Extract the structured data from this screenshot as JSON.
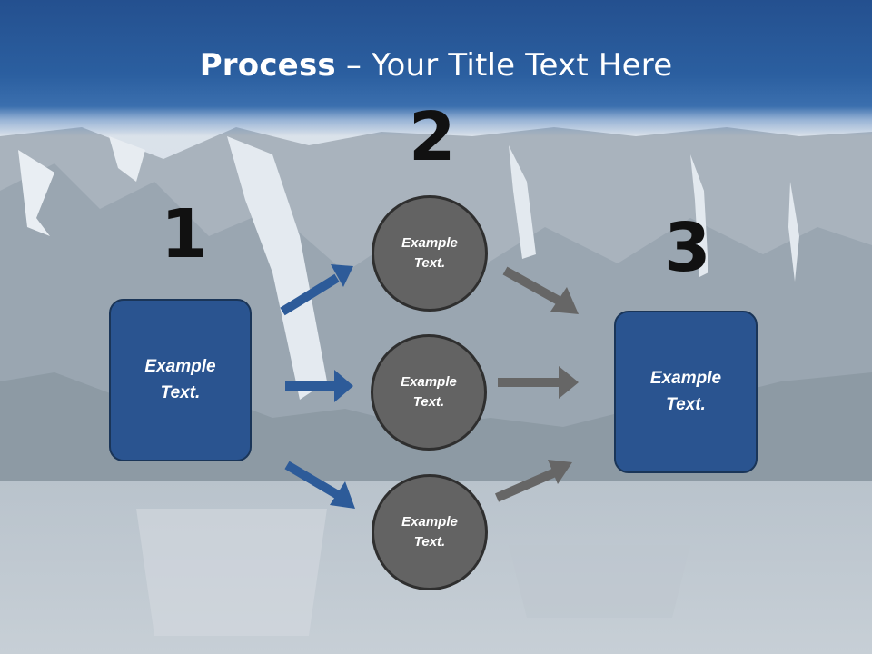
{
  "title": {
    "bold": "Process",
    "rest": " – Your Title Text Here"
  },
  "steps": [
    "1",
    "2",
    "3"
  ],
  "left_box": {
    "line1": "Example",
    "line2": "Text."
  },
  "right_box": {
    "line1": "Example",
    "line2": "Text."
  },
  "circles": [
    {
      "line1": "Example",
      "line2": "Text."
    },
    {
      "line1": "Example",
      "line2": "Text."
    },
    {
      "line1": "Example",
      "line2": "Text."
    }
  ],
  "colors": {
    "header": "#2b5fa0",
    "box": "#2a5490",
    "circle": "#636363",
    "blue_arrow": "#2d5b99",
    "gray_arrow": "#666666"
  }
}
